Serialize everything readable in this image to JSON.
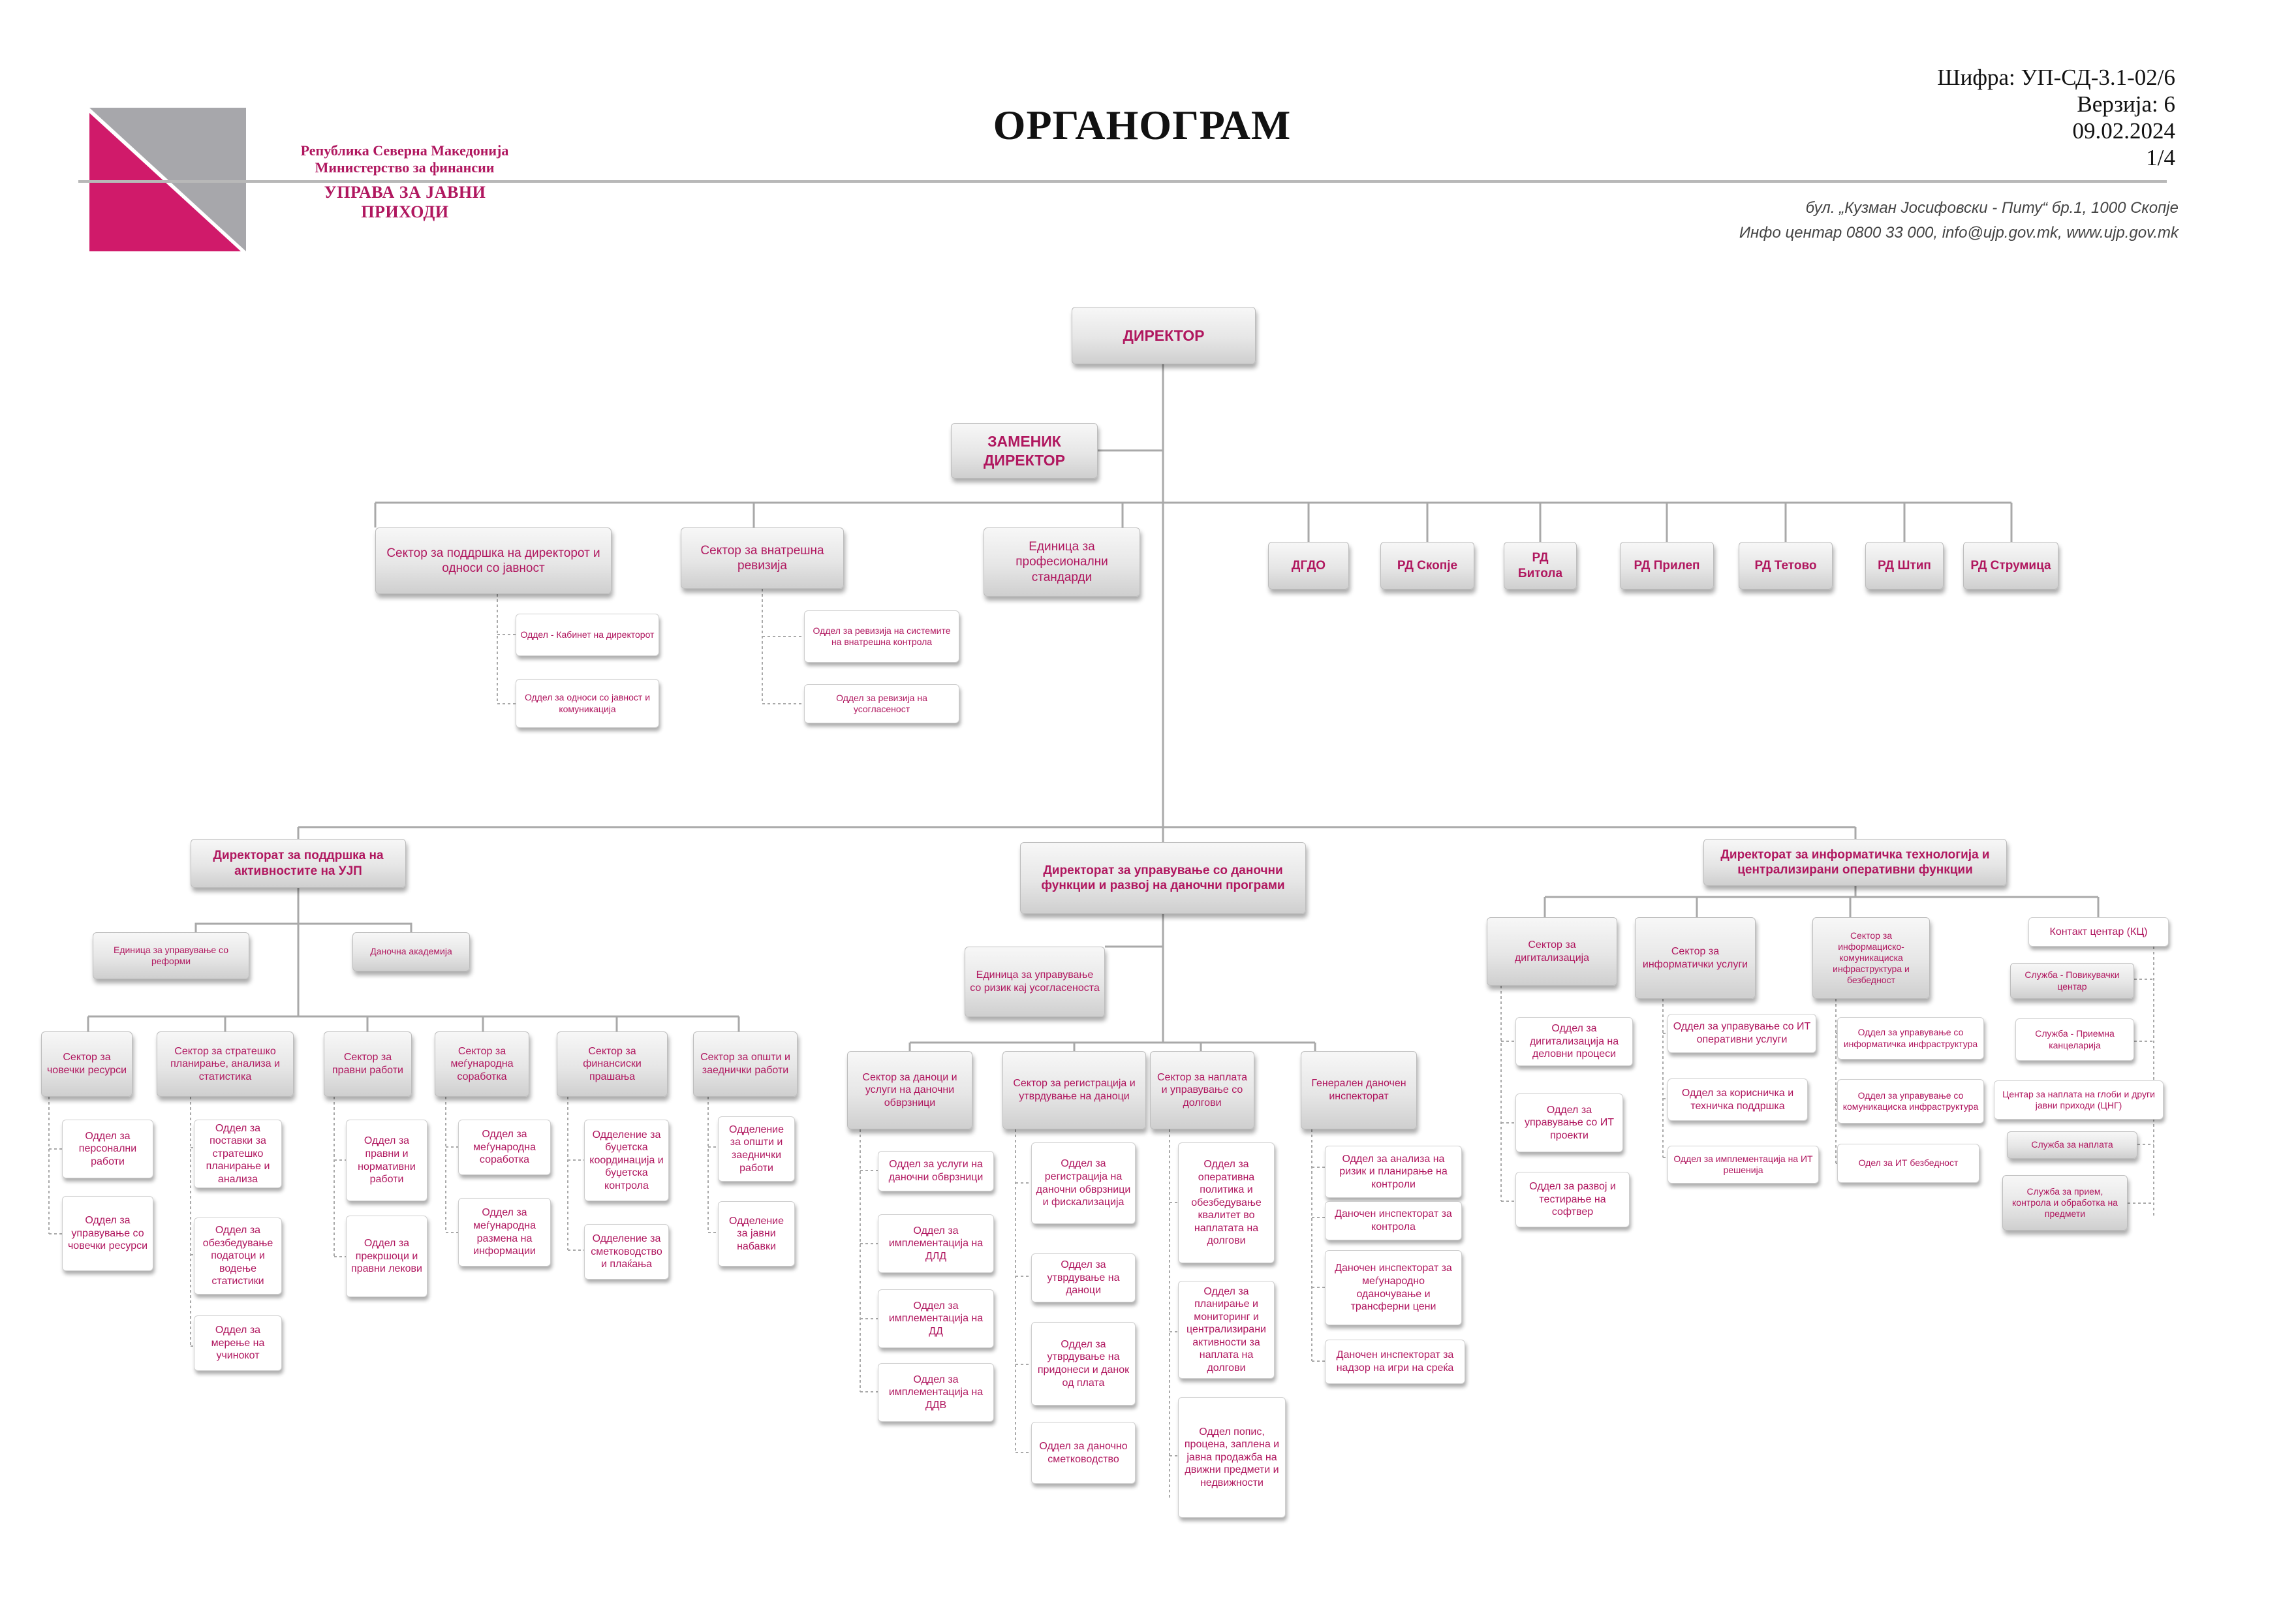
{
  "header": {
    "org_line1": "Република Северна Македонија",
    "org_line2": "Министерство за финансии",
    "org_name": "УПРАВА ЗА ЈАВНИ ПРИХОДИ",
    "title": "ОРГАНОГРАМ",
    "code": "Шифра: УП-СД-3.1-02/6",
    "version": "Верзија: 6",
    "date": "09.02.2024",
    "page": "1/4",
    "address": "бул. „Кузман Јосифовски - Питу“ бр.1, 1000 Скопје",
    "contact": "Инфо центар 0800 33 000, info@ujp.gov.mk, www.ujp.gov.mk"
  },
  "colors": {
    "accent": "#b0175f",
    "logo_magenta": "#d01a6a",
    "logo_gray": "#a7a7ab",
    "line": "#a9a9a9"
  },
  "org": {
    "director": "ДИРЕКТОР",
    "deputy": "ЗАМЕНИК ДИРЕКТОР",
    "top_units": [
      "Сектор за поддршка на директорот и односи со јавност",
      "Сектор за внатрешна ревизија",
      "Единица за професионални стандарди",
      "ДГДО",
      "РД Скопје",
      "РД Битола",
      "РД Прилеп",
      "РД Тетово",
      "РД Штип",
      "РД Струмица"
    ],
    "top_sub": [
      "Оддел - Кабинет на директорот",
      "Оддел за односи со јавност и комуникација",
      "Оддел за ревизија на системите на внатрешна контрола",
      "Оддел за ревизија на усогласеност"
    ],
    "dir1": {
      "name": "Директорат за поддршка на активностите на УЈП",
      "units": [
        "Единица за управување со реформи",
        "Даночна академија"
      ],
      "sectors": [
        "Сектор за човечки ресурси",
        "Сектор за стратешко планирање, анализа и статистика",
        "Сектор за правни работи",
        "Сектор за меѓународна соработка",
        "Сектор за финансиски прашања",
        "Сектор за општи и заеднички работи"
      ],
      "depts": [
        "Оддел за персонални работи",
        "Оддел за управување со човечки ресурси",
        "Оддел за поставки за стратешко планирање и анализа",
        "Оддел за обезбедување податоци и водење статистики",
        "Оддел за мерење на учинокот",
        "Оддел за правни и нормативни работи",
        "Оддел за прекршоци и правни лекови",
        "Оддел за меѓународна соработка",
        "Оддел за меѓународна размена на информации",
        "Одделение за буџетска координација и буџетска контрола",
        "Одделение за сметководство и плаќања",
        "Одделение за општи и заеднички работи",
        "Одделение за јавни набавки"
      ]
    },
    "dir2": {
      "name": "Директорат за управување со даночни функции и развој на даночни програми",
      "unit": "Единица за управување со ризик кај усогласеноста",
      "sectors": [
        "Сектор за даноци и услуги на даночни обврзници",
        "Сектор за регистрација и утврдување на даноци",
        "Сектор за наплата и управување со долгови",
        "Генерален даночен инспекторат"
      ],
      "depts": [
        "Оддел за услуги на даночни обврзници",
        "Оддел за имплементација на ДЛД",
        "Оддел за имплементација на ДД",
        "Оддел за имплементација на ДДВ",
        "Оддел за регистрација на даночни обврзници и фискализација",
        "Оддел за утврдување на даноци",
        "Оддел за утврдување на придонеси и данок од плата",
        "Оддел за даночно сметководство",
        "Оддел за оперативна политика и обезбедување квалитет во наплатата на долгови",
        "Оддел за планирање и мониторинг и централизирани активности за наплата на долгови",
        "Оддел попис, процена, запленa и јавна продажба на движни предмети и недвижности",
        "Оддел за анализа на ризик и планирање на контроли",
        "Даночен инспекторат за контрола",
        "Даночен инспекторат за меѓународно оданочување и трансферни цени",
        "Даночен инспекторат за надзор на игри на среќа"
      ]
    },
    "dir3": {
      "name": "Директорат за информатичка технологија и централизирани оперативни функции",
      "sectors": [
        "Сектор за дигитализација",
        "Сектор за информатички услуги",
        "Сектор за информациско-комуникациска инфраструктура и безбедност",
        "Контакт центар (КЦ)"
      ],
      "depts": [
        "Оддел за дигитализација на деловни процеси",
        "Оддел за управување со ИТ проекти",
        "Оддел за развој и тестирање на софтвер",
        "Оддел за управување со ИТ оперативни услуги",
        "Оддел за корисничка и техничка поддршка",
        "Оддел за имплементација на ИТ решенија",
        "Оддел за управување со информатичка инфраструктура",
        "Оддел за управување со комуникациска инфраструктура",
        "Одел за ИТ безбедност",
        "Служба - Повикувачки центар",
        "Служба - Приемна канцеларија",
        "Центар за наплата на глоби и други јавни приходи (ЦНГ)",
        "Служба за наплата",
        "Служба за прием, контрола и обработка на предмети"
      ]
    }
  }
}
